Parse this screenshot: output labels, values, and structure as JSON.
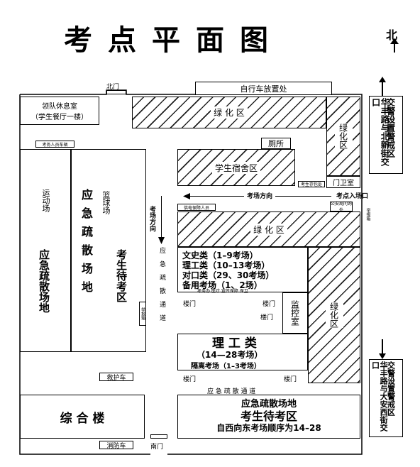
{
  "title": "考点平面图",
  "north": "北",
  "gates": {
    "north": "北门",
    "south": "南门"
  },
  "buildings": {
    "bike_parking": "自行车放置处",
    "leader_rest": "领队休息室",
    "leader_rest_sub": "（学生餐厅一楼）",
    "staff_vehicle": "考务人员车辆",
    "green_north": "绿 化 区",
    "green_east_top": "绿化区",
    "toilet": "厕所",
    "dorm": "学生宿舍区",
    "guard": "门卫室",
    "guard_small": "考生存包处",
    "power": "供电保障人员",
    "public_security": "公安局问询处",
    "report_box_right": "举报箱",
    "green_mid": "绿 化 区",
    "green_east_mid": "绿化区",
    "sport": "运动场",
    "emergency_left": "应急疏散场地",
    "basketball": "篮球场",
    "emergency_mid": "应急疏散场地",
    "waiting_left": "考生待考区",
    "report_box_left": "举报箱",
    "exam_channel": "考场方向",
    "exam_entrance": "考点入场口",
    "exam_direction_v": "考场方向",
    "emergency_channel_v": "应急疏散通道",
    "hall_a_lines": [
      "文史类（1–9考场）",
      "理工类（10–13考场）",
      "对口类（29、30考场）",
      "备用考场（1、2场）"
    ],
    "hall_a_small": "考务办 医疗 宣传保障 保卫",
    "stairs": "楼门",
    "monitor": "监控室",
    "hall_b_title": "理 工 类",
    "hall_b_sub": "（14—28考场）",
    "hall_b_iso": "隔离考场（1–3考场）",
    "ambulance": "救护车",
    "emergency_channel_h": "应 急 疏 散 通 道",
    "comprehensive": "综 合 楼",
    "fire_truck": "消防车",
    "south_block_1": "应急疏散场地",
    "south_block_2": "考生待考区",
    "south_block_3": "自西向东考场顺序为14–28"
  },
  "traffic_top": {
    "road": "华丰路与北新街交口",
    "control": "交警设置警戒区"
  },
  "traffic_bottom": {
    "road": "华丰路与大安西街交口",
    "control": "交警设置警戒区"
  }
}
